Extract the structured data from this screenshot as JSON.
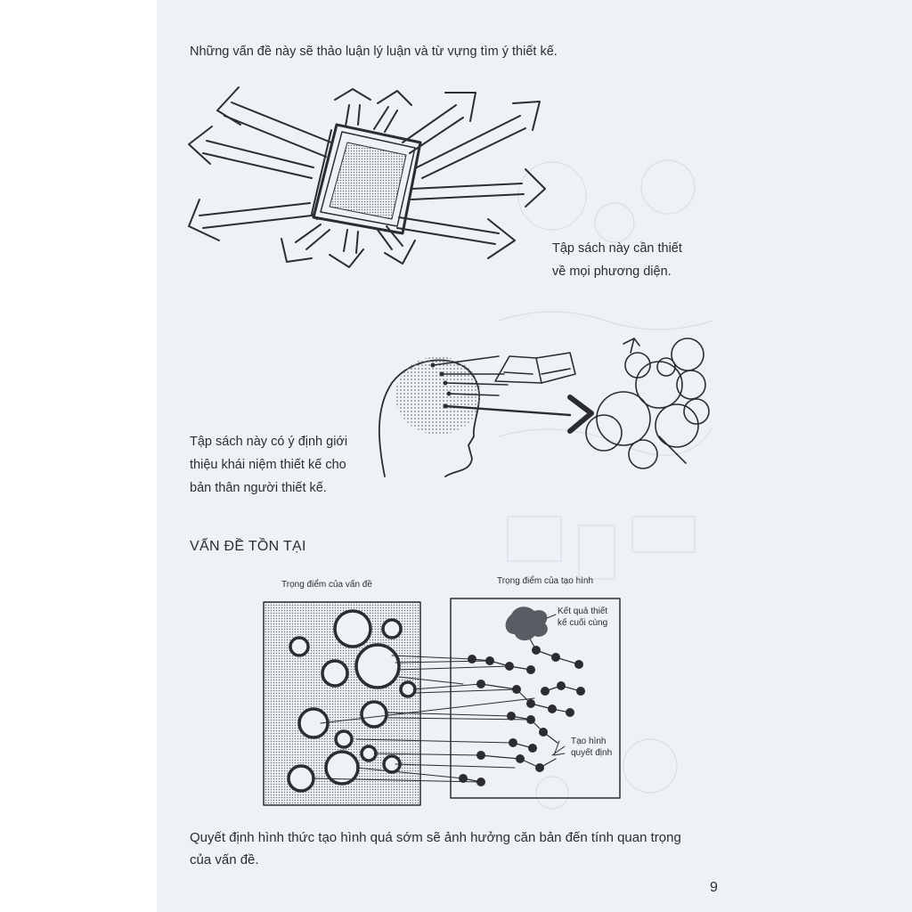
{
  "page": {
    "intro_text": "Những vấn đề này sẽ thảo luận lý luận và từ vựng tìm ý thiết kế.",
    "caption_book": [
      "Tập sách này cần thiết",
      "về mọi phương diện."
    ],
    "caption_head": [
      "Tập sách này có ý định giới",
      "thiệu khái niệm thiết kế cho",
      "bản thân người thiết kế."
    ],
    "section_heading": "VẤN ĐỀ TỒN TẠI",
    "conclusion": [
      "Quyết định hình thức tạo hình quá sớm sẽ ảnh hưởng căn bản đến tính quan trọng",
      "của vấn đề."
    ],
    "page_number": "9"
  },
  "diagram": {
    "left_label": "Trọng điểm của vấn đề",
    "right_label": "Trọng điểm của tạo hình",
    "result_label": [
      "Kết quả thiết",
      "kế cuối cùng"
    ],
    "decision_label": [
      "Tạo hình",
      "quyết định"
    ]
  },
  "colors": {
    "ink": "#2b2d33",
    "paper": "#eef1f6",
    "gutter": "#ffffff"
  }
}
